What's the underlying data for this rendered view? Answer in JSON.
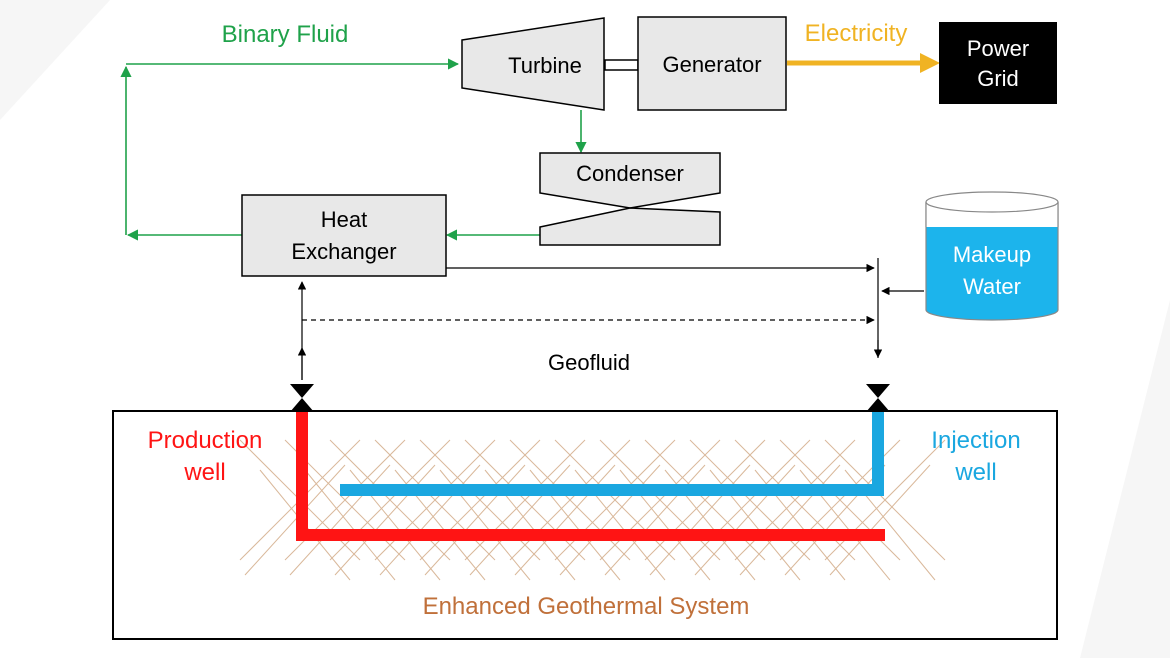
{
  "labels": {
    "binary_fluid": "Binary Fluid",
    "turbine": "Turbine",
    "generator": "Generator",
    "electricity": "Electricity",
    "power_grid_line1": "Power",
    "power_grid_line2": "Grid",
    "condenser": "Condenser",
    "heat_exchanger_line1": "Heat",
    "heat_exchanger_line2": "Exchanger",
    "makeup_water_line1": "Makeup",
    "makeup_water_line2": "Water",
    "geofluid": "Geofluid",
    "production_well_line1": "Production",
    "production_well_line2": "well",
    "injection_well_line1": "Injection",
    "injection_well_line2": "well",
    "egs": "Enhanced Geothermal System"
  },
  "colors": {
    "binary_fluid": "#1fa24a",
    "electricity": "#f0b323",
    "production": "#ff1414",
    "injection": "#1aa7e0",
    "egs_text": "#c0703a",
    "fracture": "#d9b89a",
    "component_fill": "#e8e8e8",
    "water_fill": "#1cb4ec"
  },
  "icons": {
    "valve_production": "valve-icon",
    "valve_injection": "valve-icon",
    "makeup_tank": "tank-icon"
  }
}
